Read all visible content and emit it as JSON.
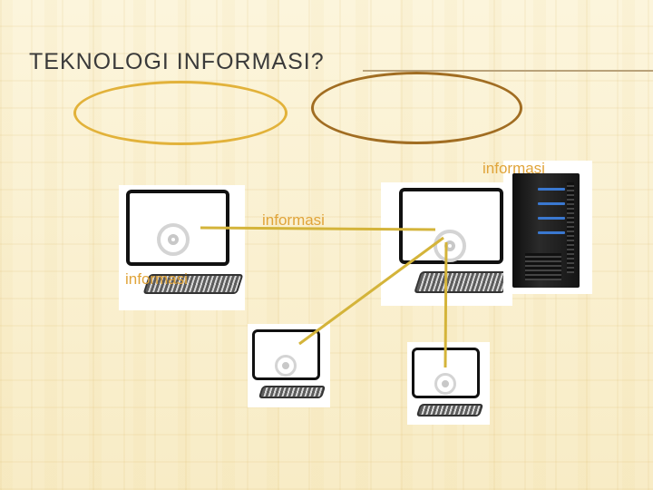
{
  "slide": {
    "title": "TEKNOLOGI INFORMASI?",
    "colors": {
      "oval_left": "#e2b23a",
      "oval_right": "#a16d22",
      "connector": "#d4b43a",
      "label": "#e0a43a"
    }
  },
  "labels": {
    "server_label": "informasi",
    "center_label": "informasi",
    "left_label": "informasi"
  },
  "icons": {
    "computer": "computer-monitor-icon",
    "server": "server-tower-icon"
  }
}
